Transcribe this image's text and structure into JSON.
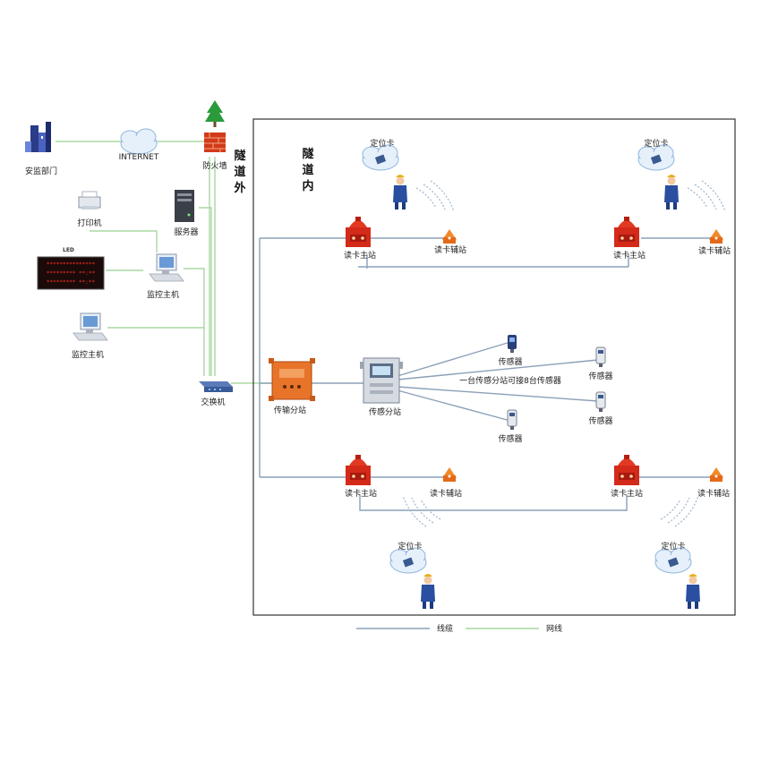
{
  "outside": {
    "supervision_dept": "安监部门",
    "internet": "INTERNET",
    "firewall": "防火墙",
    "printer": "打印机",
    "server": "服务器",
    "led_tag": "LED",
    "led_lines": [
      "***************",
      "********* **:**",
      "********* **:**"
    ],
    "monitor_host_1": "监控主机",
    "monitor_host_2": "监控主机",
    "switch": "交换机",
    "outside_label": [
      "隧",
      "道",
      "外"
    ]
  },
  "tunnel": {
    "inside_label": [
      "隧",
      "道",
      "内"
    ],
    "card_label": "定位卡",
    "reader_master": "读卡主站",
    "reader_aux": "读卡辅站",
    "transmission_substation": "传输分站",
    "sensor_substation": "传感分站",
    "sensor": "传感器",
    "sensor_note": "一台传感分站可接8台传感器"
  },
  "legend": {
    "bus_line": "线缆",
    "network_line": "网线"
  },
  "colors": {
    "network_line": "#a8d8a0",
    "bus_line": "#8aa0b8",
    "station_red": "#d42a1a",
    "substation_orange": "#e8742a",
    "worker_blue": "#2a4fa0"
  }
}
